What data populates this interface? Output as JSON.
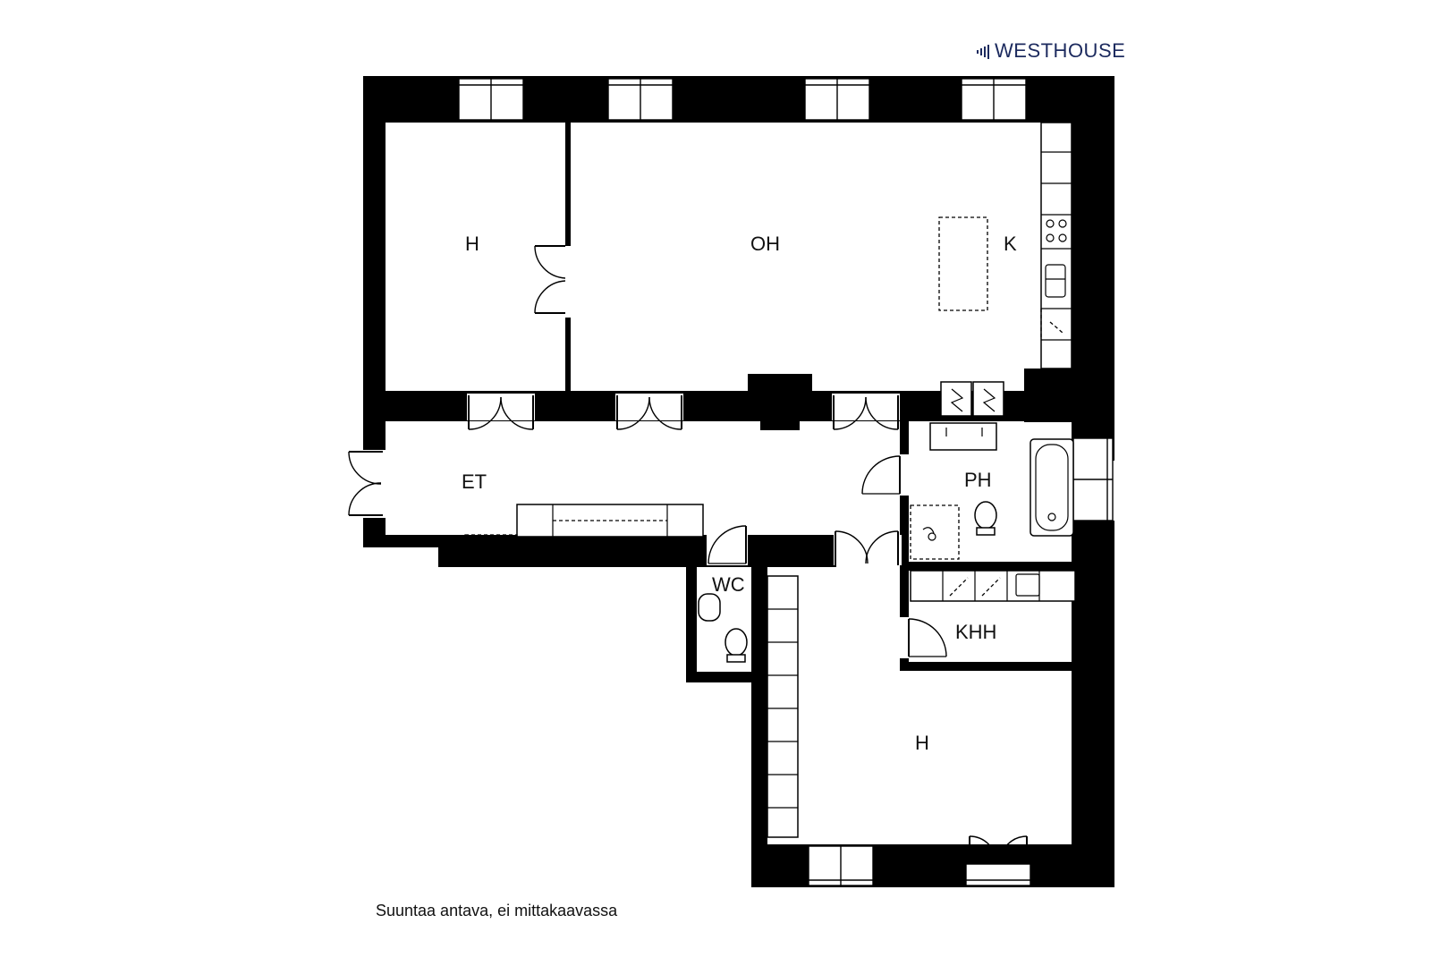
{
  "brand": {
    "name": "WESTHOUSE",
    "color": "#1c2a5e"
  },
  "caption": "Suuntaa antava, ei mittakaavassa",
  "rooms": {
    "bedroom_top": "H",
    "living": "OH",
    "kitchen": "K",
    "hall": "ET",
    "bathroom": "PH",
    "wc": "WC",
    "utility": "KHH",
    "bedroom_bottom": "H"
  },
  "colors": {
    "wall": "#000000",
    "background": "#ffffff"
  }
}
